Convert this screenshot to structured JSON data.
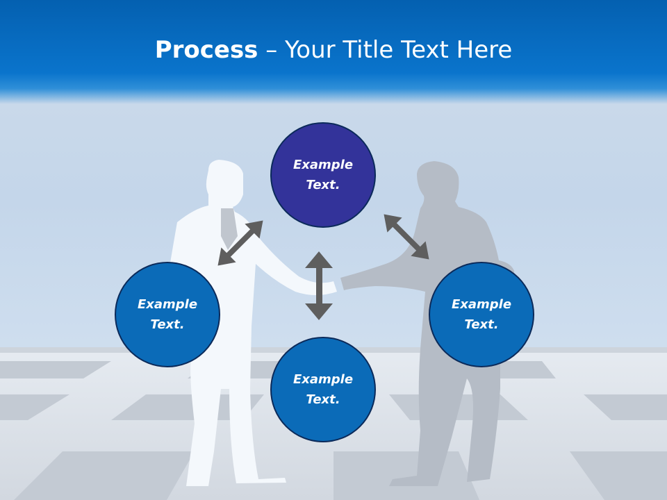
{
  "slide": {
    "title_strong": "Process",
    "title_rest": " – Your Title Text Here"
  },
  "nodes": {
    "top": {
      "label": "Example Text.",
      "color": "#33339a"
    },
    "left": {
      "label": "Example Text.",
      "color": "#0b6bb8"
    },
    "right": {
      "label": "Example Text.",
      "color": "#0b6bb8"
    },
    "bottom": {
      "label": "Example Text.",
      "color": "#0b6bb8"
    }
  },
  "colors": {
    "arrow": "#5e5e5e",
    "figure_left": "#f4f8fc",
    "figure_right": "#b5bcc6"
  }
}
